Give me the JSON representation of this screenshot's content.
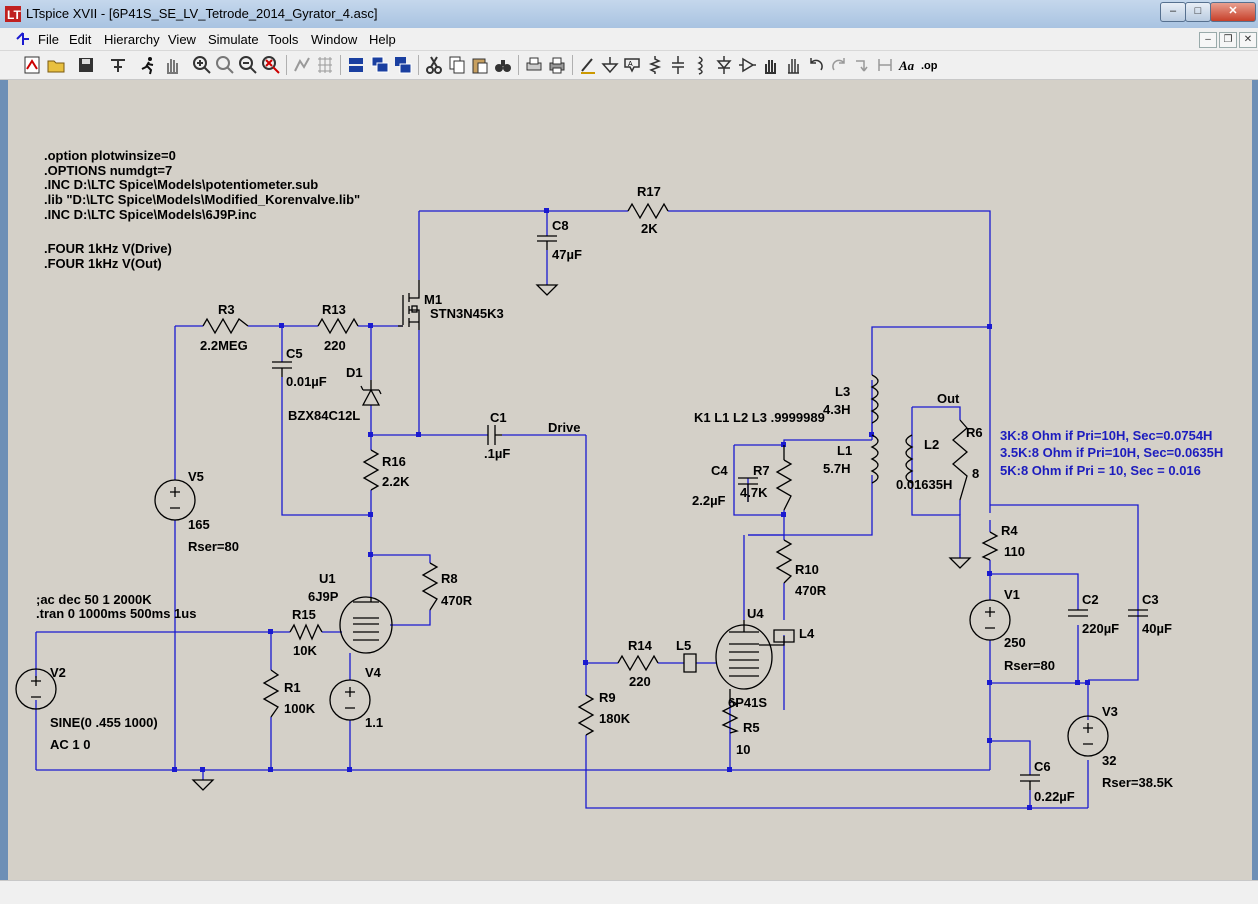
{
  "window": {
    "title": "LTspice XVII - [6P41S_SE_LV_Tetrode_2014_Gyrator_4.asc]",
    "controls": {
      "minimize": "–",
      "maximize": "□",
      "close": "✕"
    },
    "mdi_controls": {
      "minimize": "–",
      "restore": "❐",
      "close": "✕"
    }
  },
  "menu": [
    "File",
    "Edit",
    "Hierarchy",
    "View",
    "Simulate",
    "Tools",
    "Window",
    "Help"
  ],
  "toolbar": {
    "buttons": [
      "new-schematic-icon",
      "open-icon",
      "save-icon",
      "control-panel-icon",
      "run-icon",
      "halt-icon",
      "zoom-in-icon",
      "zoom-out-icon",
      "zoom-full-icon",
      "zoom-cancel-icon",
      "autorange-icon",
      "grid-icon",
      "tile-horizontal-icon",
      "cascade-icon",
      "tile-vertical-icon",
      "cut-icon",
      "copy-icon",
      "paste-icon",
      "find-icon",
      "print-preview-icon",
      "print-icon",
      "draw-wire-icon",
      "ground-icon",
      "label-net-icon",
      "resistor-icon",
      "capacitor-icon",
      "inductor-icon",
      "diode-icon",
      "component-icon",
      "move-icon",
      "drag-icon",
      "undo-icon",
      "redo-icon",
      "rotate-icon",
      "mirror-icon",
      "text-icon",
      "spice-directive-icon"
    ],
    "text_icon": "Aa",
    "op_icon": ".op"
  },
  "schematic": {
    "directives": [
      ".option plotwinsize=0",
      ".OPTIONS numdgt=7",
      ".INC D:\\LTC Spice\\Models\\potentiometer.sub",
      ".lib \"D:\\LTC Spice\\Models\\Modified_Korenvalve.lib\"",
      ".INC D:\\LTC Spice\\Models\\6J9P.inc",
      "",
      ".FOUR 1kHz V(Drive)",
      ".FOUR 1kHz V(Out)"
    ],
    "analysis": [
      ";ac dec 50 1 2000K",
      ".tran 0 1000ms 500ms 1us"
    ],
    "coupling": "K1 L1 L2  L3 .9999989",
    "notes": [
      "3K:8 Ohm if Pri=10H, Sec=0.0754H",
      "3.5K:8 Ohm if Pri=10H, Sec=0.0635H",
      "5K:8 Ohm if Pri = 10, Sec = 0.016"
    ],
    "nets": {
      "drive": "Drive",
      "out": "Out"
    },
    "components": {
      "R17": {
        "name": "R17",
        "value": "2K"
      },
      "C8": {
        "name": "C8",
        "value": "47µF"
      },
      "M1": {
        "name": "M1",
        "value": "STN3N45K3"
      },
      "R3": {
        "name": "R3",
        "value": "2.2MEG"
      },
      "R13": {
        "name": "R13",
        "value": "220"
      },
      "C5": {
        "name": "C5",
        "value": "0.01µF"
      },
      "D1": {
        "name": "D1",
        "value": "BZX84C12L"
      },
      "C1": {
        "name": "C1",
        "value": ".1µF"
      },
      "R16": {
        "name": "R16",
        "value": "2.2K"
      },
      "V5": {
        "name": "V5",
        "value": "165",
        "extra": "Rser=80"
      },
      "U1": {
        "name": "U1",
        "value": "6J9P"
      },
      "R8": {
        "name": "R8",
        "value": "470R"
      },
      "R15": {
        "name": "R15",
        "value": "10K"
      },
      "V4": {
        "name": "V4",
        "value": "1.1"
      },
      "R1": {
        "name": "R1",
        "value": "100K"
      },
      "V2": {
        "name": "V2",
        "value": "SINE(0 .455 1000)",
        "extra": "AC 1 0"
      },
      "L3": {
        "name": "L3",
        "value": "4.3H"
      },
      "L1": {
        "name": "L1",
        "value": "5.7H"
      },
      "L2": {
        "name": "L2",
        "value": "0.01635H"
      },
      "R6": {
        "name": "R6",
        "value": "8"
      },
      "C4": {
        "name": "C4",
        "value": "2.2µF"
      },
      "R7": {
        "name": "R7",
        "value": "4.7K"
      },
      "R10": {
        "name": "R10",
        "value": "470R"
      },
      "L4": {
        "name": "L4",
        "value": ""
      },
      "U4": {
        "name": "U4",
        "value": "6P41S"
      },
      "R14": {
        "name": "R14",
        "value": "220"
      },
      "L5": {
        "name": "L5",
        "value": ""
      },
      "R9": {
        "name": "R9",
        "value": "180K"
      },
      "R5": {
        "name": "R5",
        "value": "10"
      },
      "R4": {
        "name": "R4",
        "value": "110"
      },
      "V1": {
        "name": "V1",
        "value": "250",
        "extra": "Rser=80"
      },
      "C2": {
        "name": "C2",
        "value": "220µF"
      },
      "C3": {
        "name": "C3",
        "value": "40µF"
      },
      "V3": {
        "name": "V3",
        "value": "32",
        "extra": "Rser=38.5K"
      },
      "C6": {
        "name": "C6",
        "value": "0.22µF"
      }
    }
  },
  "colors": {
    "wire": "#1a1ad0",
    "component": "#000000",
    "canvas": "#d4d0c8",
    "note_text": "#1c1cbe"
  }
}
